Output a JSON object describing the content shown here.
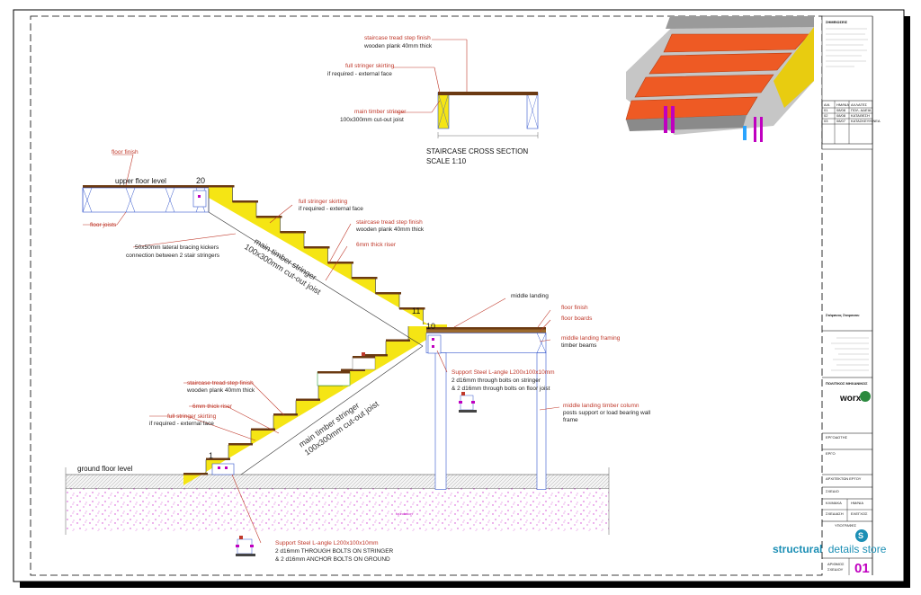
{
  "cross_section": {
    "title": "STAIRCASE CROSS SECTION",
    "scale": "SCALE 1:10",
    "tread_label": "staircase tread step finish",
    "tread_desc": "wooden plank 40mm thick",
    "skirting_label": "full stringer skirting",
    "skirting_desc": "if required - external face",
    "stringer_label": "main timber stringer",
    "stringer_desc": "100x300mm cut-out joist"
  },
  "elevation": {
    "floor_finish": "floor finish",
    "upper_floor_level": "upper floor level",
    "floor_joists": "floor joists",
    "step_top": "20",
    "step_mid": "11",
    "step_landing": "10",
    "step_bottom": "1",
    "skirting_upper_label": "full stringer skirting",
    "skirting_upper_desc": "if required - external face",
    "tread_upper_label": "staircase tread step finish",
    "tread_upper_desc": "wooden plank 40mm thick",
    "riser_upper": "6mm thick riser",
    "bracing_label": "50x50mm lateral bracing kickers",
    "bracing_desc": "connection between 2 stair stringers",
    "stringer_upper_1": "main timber stringer",
    "stringer_upper_2": "100x300mm cut-out joist",
    "middle_landing": "middle landing",
    "landing_floor_finish": "floor finish",
    "landing_floor_boards": "floor boards",
    "landing_framing_label": "middle landing framing",
    "landing_framing_desc": "timber beams",
    "steel_landing_1": "Support Steel L-angle L200x100x10mm",
    "steel_landing_2": "2 d16mm through bolts on stringer",
    "steel_landing_3": "& 2 d16mm through bolts on floor joist",
    "column_label_1": "middle landing timber column",
    "column_label_2": "posts support or load bearing wall",
    "column_label_3": "frame",
    "tread_lower_label": "staircase tread step finish",
    "tread_lower_desc": "wooden plank 40mm thick",
    "riser_lower": "6mm thick riser",
    "skirting_lower_label": "full stringer skirting",
    "skirting_lower_desc": "if required - external face",
    "stringer_lower_1": "main timber stringer",
    "stringer_lower_2": "100x300mm cut-out joist",
    "ground_floor_level": "ground floor level",
    "foundation": "foundation",
    "steel_ground_1": "Support Steel L-angle L200x100x10mm",
    "steel_ground_2": "2 d16mm THROUGH BOLTS ON STRINGER",
    "steel_ground_3": "& 2 d16mm ANCHOR BOLTS ON GROUND"
  },
  "title_block": {
    "notes_header": "ΣΗΜΕΙΩΣΕΙΣ",
    "rev_headers": [
      "Α/Α",
      "ΗΜ/ΝΙΑ",
      "ΑΛΛΑΓΕΣ"
    ],
    "rev_rows": [
      [
        "01",
        "08/08",
        "ΠΟΛ. ΑΔΕΙΑ"
      ],
      [
        "02",
        "08/08",
        "ΚΑΤΑΘΕΣΗ"
      ],
      [
        "03",
        "08/07",
        "ΚΑΤΑΣΚΕΥΗ ΝΕΑ"
      ]
    ],
    "company": "Στέφανος Στεφανου",
    "brand_name": "worx",
    "engineer": "ΠΟΛΙΤΙΚΟΣ ΜΗΧΑΝΙΚΟΣ",
    "f1_label": "ΕΡΓΟΔΟΤΗΣ",
    "f2_label": "ΕΡΓΟ",
    "f3_label": "ΑΡΧΙΤΕΚΤΩΝ ΕΡΓΟΥ",
    "f4_label": "ΣΧΕΔΙΟ",
    "code_label": "ΚΛΙΜΑΚΑ",
    "date_label": "ΗΜ/ΝΙΑ",
    "draw_label": "ΣΧΕΔΙΑΣΗ",
    "check_label": "ΕΛΕΓΧΟΣ",
    "sign_label": "ΥΠΟΓΡΑΦΕΣ",
    "store_brand_1": "structural",
    "store_brand_2": "details store",
    "sheet_label_1": "ΑΡΙΘΜΟΣ",
    "sheet_label_2": "ΣΧΕΔΙΟΥ",
    "sheet_number": "01"
  },
  "colors": {
    "stringer_yellow": "#f5e514",
    "tread_brown": "#6b3a12",
    "frame_blue": "#3355cc",
    "concrete_magenta": "#d23fd2",
    "leader_red": "#c0392b",
    "render_orange": "#ee5a24"
  }
}
